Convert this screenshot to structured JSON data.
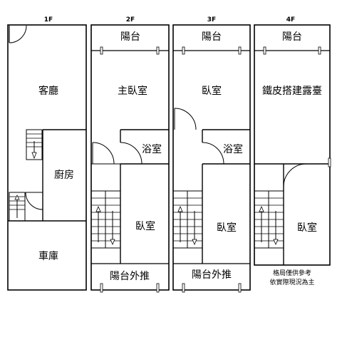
{
  "floors": [
    {
      "label": "1F",
      "rooms": [
        "客廳",
        "廚房",
        "車庫"
      ]
    },
    {
      "label": "2F",
      "rooms": [
        "陽台",
        "主臥室",
        "浴室",
        "臥室",
        "陽台外推"
      ]
    },
    {
      "label": "3F",
      "rooms": [
        "陽台",
        "臥室",
        "浴室",
        "臥室",
        "陽台外推"
      ]
    },
    {
      "label": "4F",
      "rooms": [
        "陽台",
        "鐵皮搭建露臺",
        "臥室"
      ]
    }
  ],
  "note": {
    "line1": "格局僅供參考",
    "line2": "依實際現況為主"
  }
}
